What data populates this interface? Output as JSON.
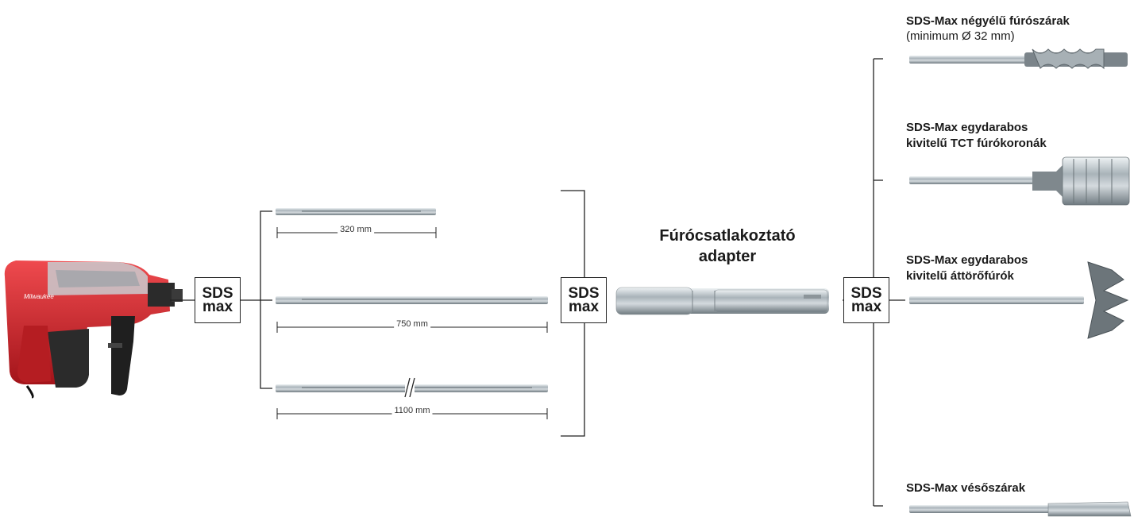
{
  "coupling_label": {
    "top": "SDS",
    "bottom": "max"
  },
  "extensions": [
    {
      "length": "320 mm"
    },
    {
      "length": "750 mm"
    },
    {
      "length": "1100 mm"
    }
  ],
  "adapter": {
    "title_line1": "Fúrócsatlakoztató",
    "title_line2": "adapter"
  },
  "accessories": [
    {
      "title": "SDS-Max négyélű fúrószárak",
      "subtitle": "(minimum Ø 32 mm)"
    },
    {
      "title_line1": "SDS-Max egydarabos",
      "title_line2": "kivitelű TCT fúrókoronák"
    },
    {
      "title_line1": "SDS-Max egydarabos",
      "title_line2": "kivitelű áttörőfúrók"
    },
    {
      "title": "SDS-Max vésőszárak"
    }
  ],
  "colors": {
    "drill_red": "#d8262b",
    "drill_dark": "#2b2b2b",
    "steel": "#b9c2c8",
    "line": "#222222"
  }
}
